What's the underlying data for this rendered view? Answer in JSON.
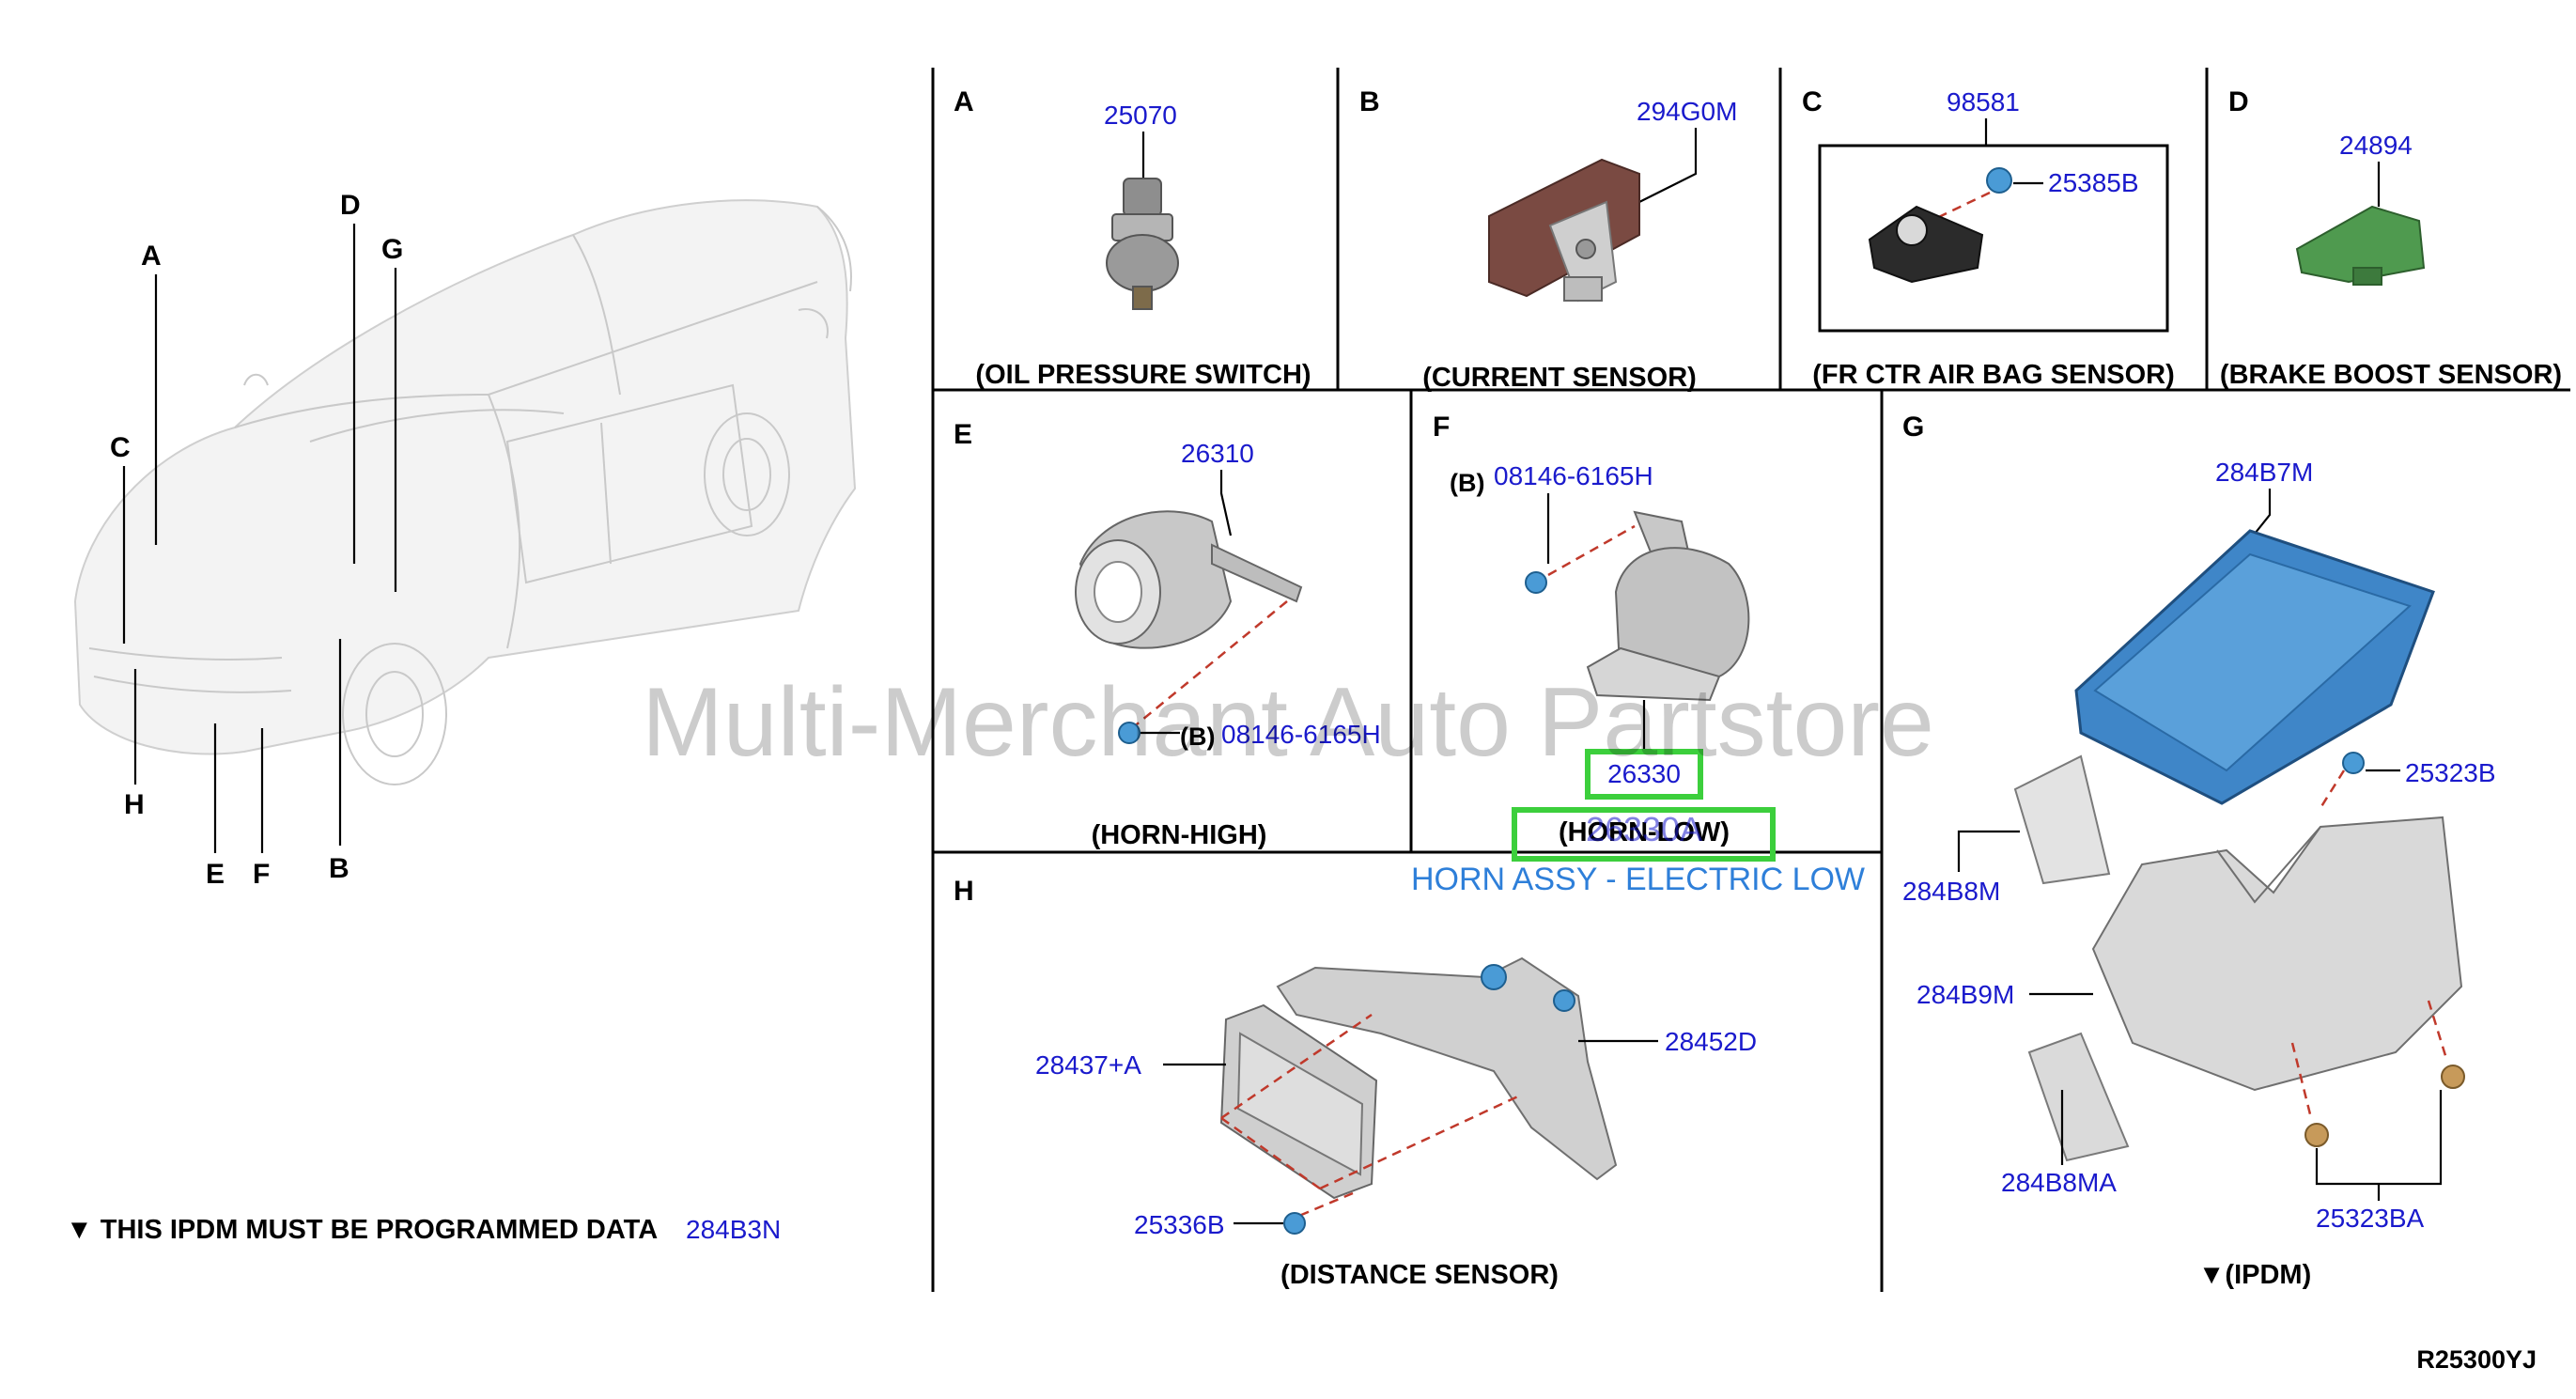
{
  "car_letters": [
    "A",
    "D",
    "G",
    "C",
    "H",
    "E",
    "F",
    "B"
  ],
  "panels": [
    {
      "letter": "A",
      "part_numbers": [
        "25070"
      ],
      "caption": "(OIL PRESSURE SWITCH)"
    },
    {
      "letter": "B",
      "part_numbers": [
        "294G0M"
      ],
      "caption": "(CURRENT SENSOR)"
    },
    {
      "letter": "C",
      "part_numbers": [
        "98581",
        "25385B"
      ],
      "caption": "(FR CTR AIR BAG SENSOR)"
    },
    {
      "letter": "D",
      "part_numbers": [
        "24894"
      ],
      "caption": "(BRAKE BOOST SENSOR)"
    },
    {
      "letter": "E",
      "part_numbers": [
        "26310",
        "08146-6165H"
      ],
      "callouts": [
        "(B)"
      ],
      "caption": "(HORN-HIGH)"
    },
    {
      "letter": "F",
      "part_numbers": [
        "08146-6165H",
        "26330",
        "26330A"
      ],
      "callouts": [
        "(B)"
      ],
      "caption": "(HORN-LOW)"
    },
    {
      "letter": "G",
      "part_numbers": [
        "284B7M",
        "25323B",
        "284B8M",
        "284B9M",
        "284B8MA",
        "25323BA"
      ],
      "caption": "▼(IPDM)"
    },
    {
      "letter": "H",
      "part_numbers": [
        "28437+A",
        "28452D",
        "25336B"
      ],
      "caption": "(DISTANCE SENSOR)"
    }
  ],
  "footnote": {
    "text": "▼ THIS IPDM MUST BE PROGRAMMED DATA",
    "part_number": "284B3N"
  },
  "diagram_code": "R25300YJ",
  "watermark": "Multi-Merchant Auto Partstore",
  "hover_hint": "HORN ASSY - ELECTRIC LOW",
  "colors": {
    "part_number": "#1a1acc",
    "leader_dashed": "#c0392b",
    "highlight": "#3ccf3c",
    "hint": "#2e7fd9",
    "ipdm_cover": "#3f86c8",
    "brake_sensor": "#4f9a4f",
    "current_sensor": "#7a4a42"
  }
}
